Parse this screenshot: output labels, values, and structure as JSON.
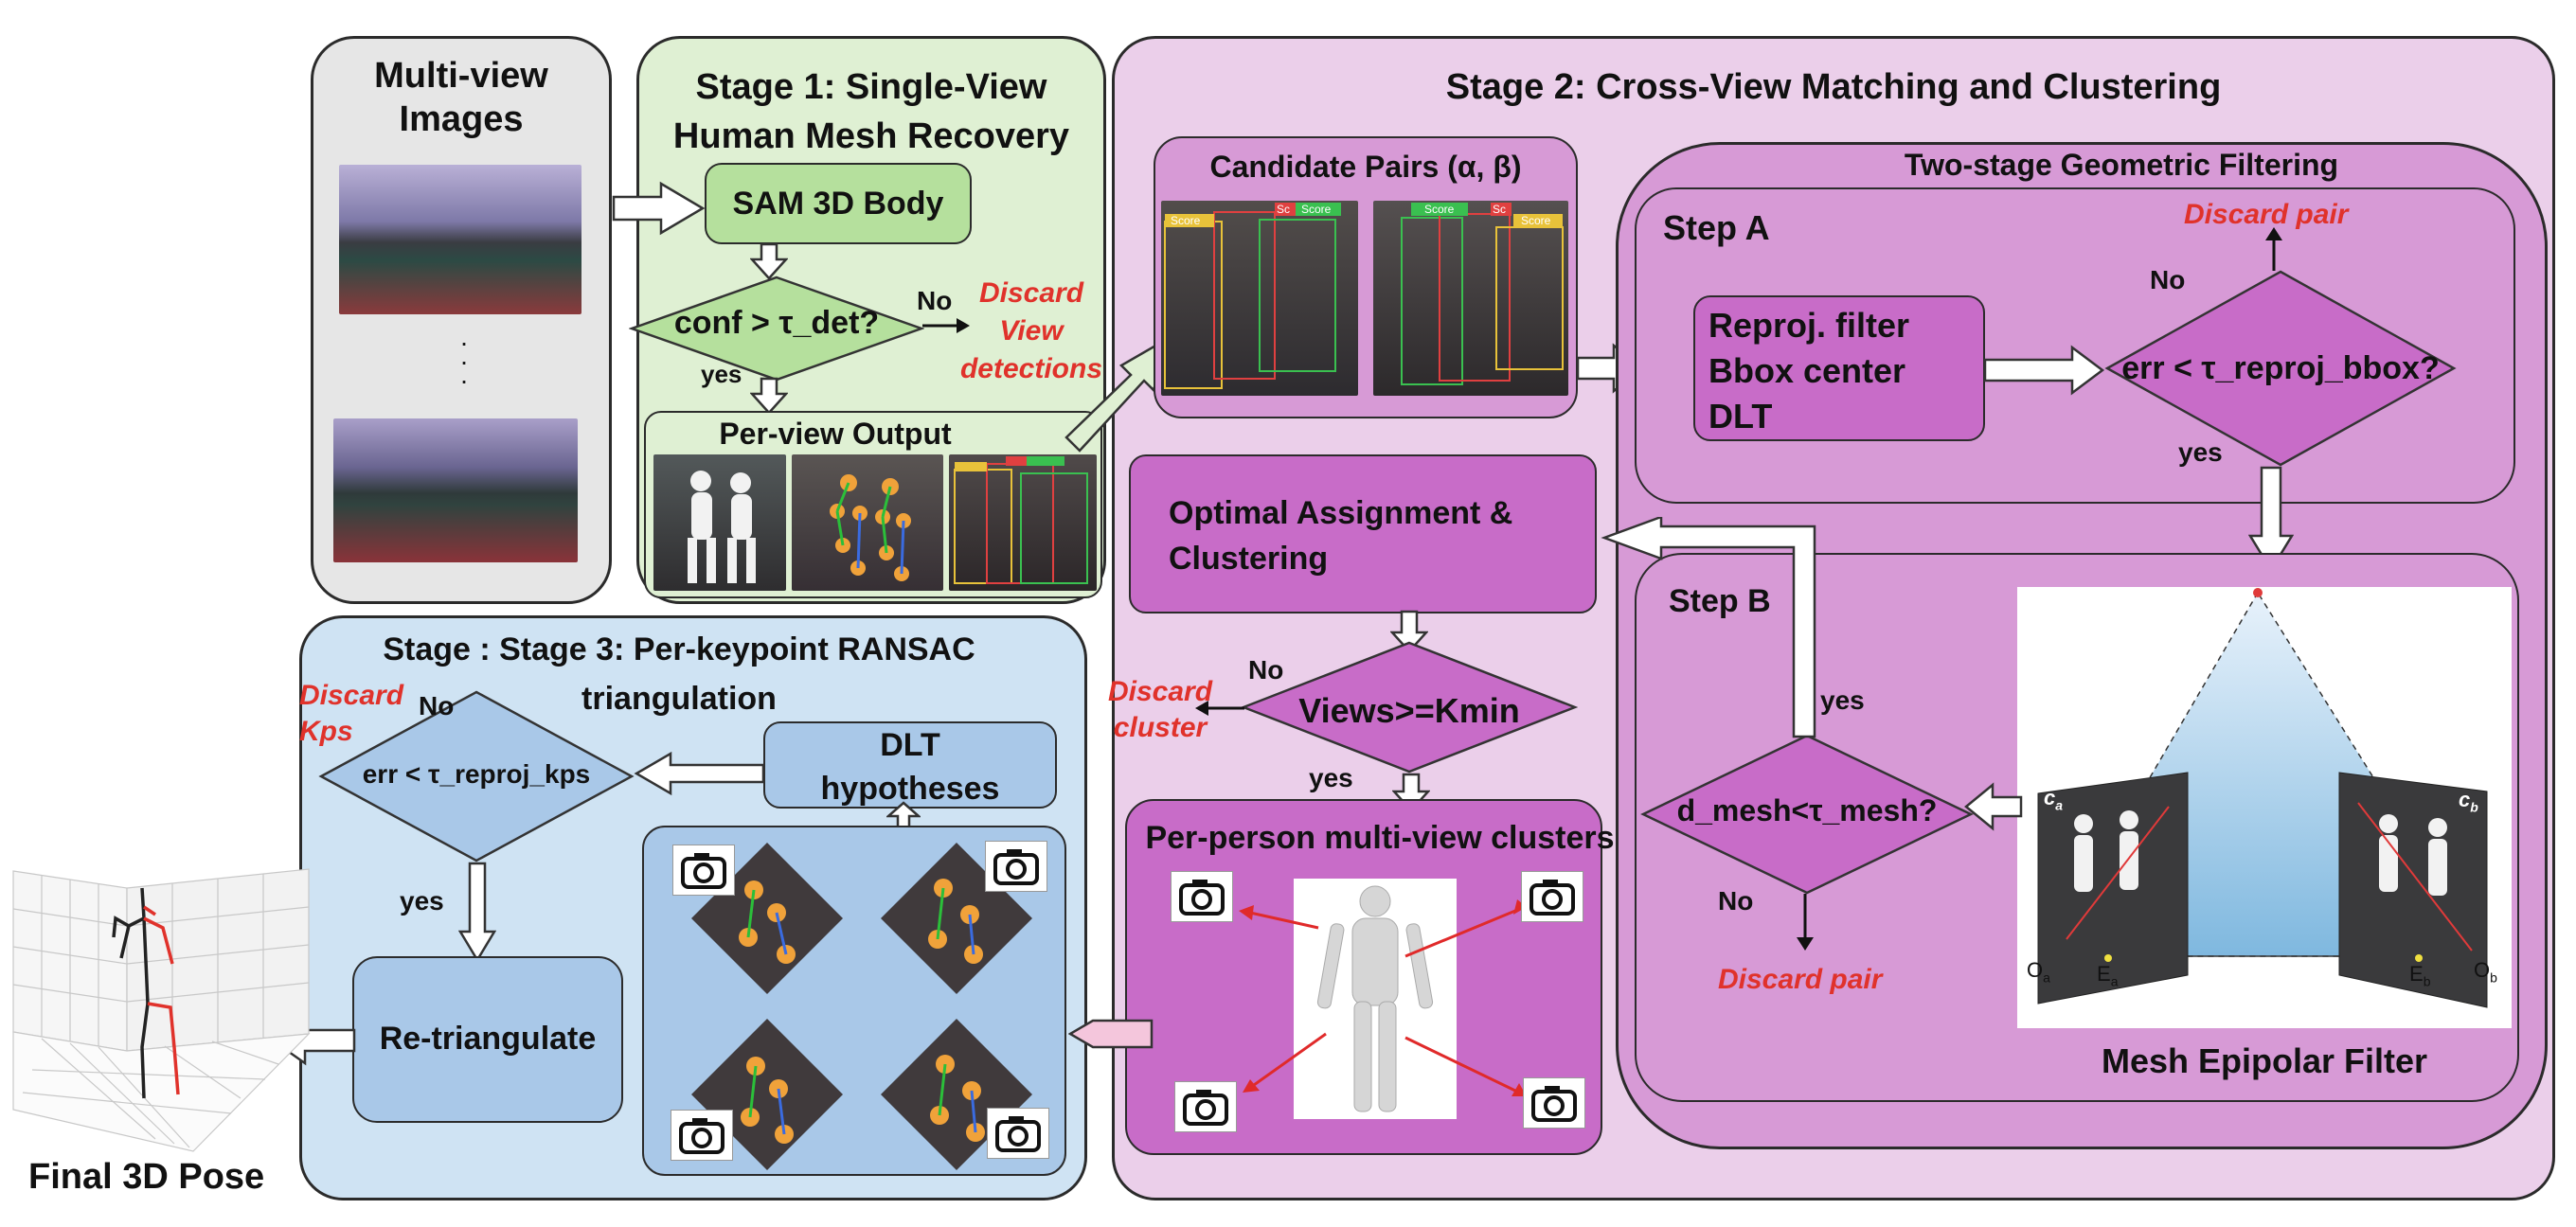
{
  "input": {
    "title": "Multi-view Images",
    "dots": ".\n.\n."
  },
  "stage1": {
    "title": "Stage 1: Single-View Human Mesh Recovery",
    "sam": "SAM 3D Body",
    "decision": "conf > τ_det?",
    "no": "No",
    "yes": "yes",
    "discard": "Discard View detections",
    "output_title": "Per-view Output"
  },
  "stage2": {
    "title": "Stage 2: Cross-View Matching and Clustering",
    "candidates_title": "Candidate Pairs  (α, β)",
    "score": "Score",
    "sc": "Sc",
    "filter_title": "Two-stage Geometric Filtering",
    "stepA": "Step A",
    "reproj": "Reproj. filter\nBbox center\nDLT",
    "decisionA": "err < τ_reproj_bbox?",
    "noA": "No",
    "yesA": "yes",
    "discardA": "Discard pair",
    "stepB": "Step B",
    "decisionB": "d_mesh<τ_mesh?",
    "noB": "No",
    "yesB": "yes",
    "discardB": "Discard pair",
    "epipolar_title": "Mesh Epipolar Filter",
    "ca": "c",
    "ca_sub": "a",
    "cb": "c",
    "cb_sub": "b",
    "oa": "O",
    "oa_sub": "a",
    "ea": "E",
    "ea_sub": "a",
    "eb": "E",
    "eb_sub": "b",
    "ob": "O",
    "ob_sub": "b",
    "assign": "Optimal Assignment & Clustering",
    "views": "Views>=Kmin",
    "noV": "No",
    "yesV": "yes",
    "discardV": "Discard cluster",
    "clusters_title": "Per-person multi-view clusters"
  },
  "stage3": {
    "title": "Stage : Stage 3: Per-keypoint RANSAC triangulation",
    "dlt": "DLT hypotheses",
    "decision": "err < τ_reproj_kps",
    "no": "No",
    "yes": "yes",
    "discard": "Discard Kps",
    "retri": "Re-triangulate"
  },
  "final": {
    "title": "Final 3D Pose"
  },
  "colors": {
    "gray_panel": "#e6e6e6",
    "green_panel": "#dff0d3",
    "green_box": "#b5e09d",
    "pink_panel": "#ebcfea",
    "pink_mid": "#d79ad6",
    "pink_box": "#c86cc8",
    "blue_panel": "#cfe3f3",
    "blue_box": "#a9c8e8",
    "red": "#e0322b"
  }
}
